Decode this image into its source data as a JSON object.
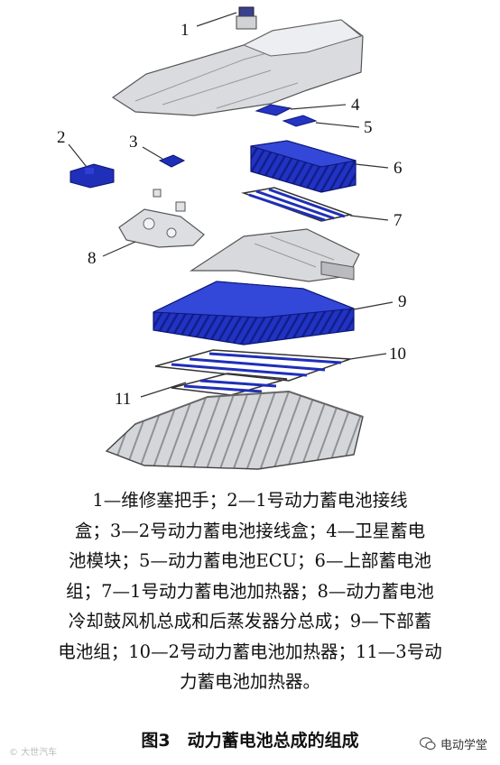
{
  "callouts": {
    "c1": "1",
    "c2": "2",
    "c3": "3",
    "c4": "4",
    "c5": "5",
    "c6": "6",
    "c7": "7",
    "c8": "8",
    "c9": "9",
    "c10": "10",
    "c11": "11"
  },
  "caption_lines": [
    "1—维修塞把手；2—1号动力蓄电池接线",
    "盒；3—2号动力蓄电池接线盒；4—卫星蓄电",
    "池模块；5—动力蓄电池ECU；6—上部蓄电池",
    "组；7—1号动力蓄电池加热器；8—动力蓄电池",
    "冷却鼓风机总成和后蒸发器分总成；9—下部蓄",
    "电池组；10—2号动力蓄电池加热器；11—3号动",
    "力蓄电池加热器。"
  ],
  "figure_title": "图3　动力蓄电池总成的组成",
  "watermark_left": "© 大世汽车",
  "watermark_right": "电动学堂",
  "colors": {
    "battery_blue": "#1f2fb8",
    "part_gray": "#cfd1d6",
    "outline": "#555555"
  }
}
